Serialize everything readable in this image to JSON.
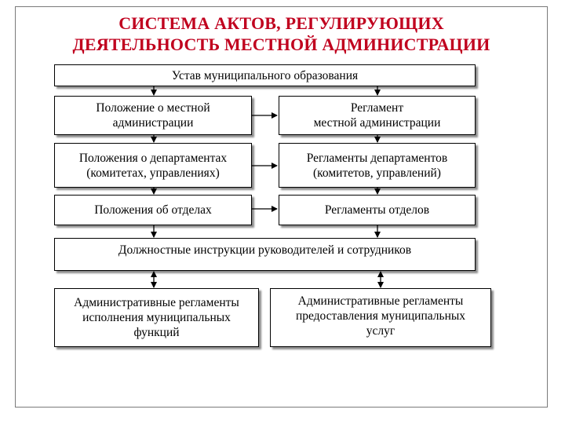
{
  "title": {
    "line1": "СИСТЕМА АКТОВ, РЕГУЛИРУЮЩИХ",
    "line2": "ДЕЯТЕЛЬНОСТЬ МЕСТНОЙ АДМИНИСТРАЦИИ"
  },
  "boxes": {
    "ustav": "Устав муниципального образования",
    "polozhenie_admin": "Положение о местной\nадминистрации",
    "reglament_admin": "Регламент\nместной администрации",
    "polozheniya_dep": "Положения о департаментах\n(комитетах, управлениях)",
    "reglamenty_dep": "Регламенты департаментов\n(комитетов, управлений)",
    "polozheniya_otdel": "Положения об отделах",
    "reglamenty_otdel": "Регламенты отделов",
    "instrukcii": "Должностные инструкции руководителей и сотрудников",
    "adm_funkcii": "Административные регламенты\nисполнения муниципальных\nфункций",
    "adm_uslugi": "Административные регламенты\nпредоставления муниципальных\nуслуг"
  },
  "colors": {
    "title": "#c0001e",
    "border": "#000000",
    "frame": "#7a7a7a"
  }
}
